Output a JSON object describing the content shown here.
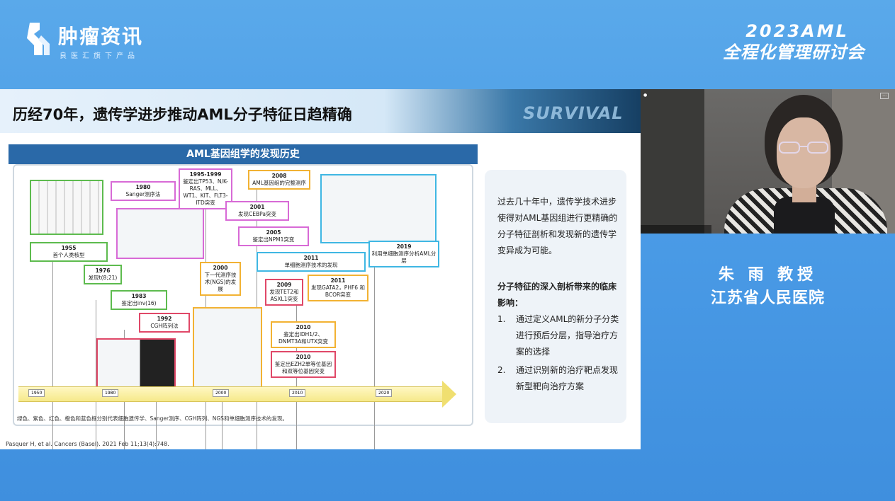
{
  "header": {
    "brand": "肿瘤资讯",
    "brand_sub": "良医汇旗下产品",
    "event_year": "2023AML",
    "event_name": "全程化管理研讨会"
  },
  "slide": {
    "title": "历经70年，遗传学进步推动AML分子特征日趋精确",
    "survival_mark": "SURVIVAL",
    "panel_title": "AML基因组学的发现历史",
    "milestones": [
      {
        "year": "1955",
        "text": "首个人类核型"
      },
      {
        "year": "1976",
        "text": "发现t(8;21)"
      },
      {
        "year": "1983",
        "text": "鉴定出inv(16)"
      },
      {
        "year": "1992",
        "text": "CGH阵列法"
      },
      {
        "year": "1980",
        "text": "Sanger测序法"
      },
      {
        "year": "1995-1999",
        "text": "鉴定出TP53、N/K-RAS、MLL、WT1、KIT、FLT3-ITD突变"
      },
      {
        "year": "2000",
        "text": "下一代测序技术(NGS)的发展"
      },
      {
        "year": "2008",
        "text": "AML基因组的完整测序"
      },
      {
        "year": "2001",
        "text": "发现CEBPa突变"
      },
      {
        "year": "2005",
        "text": "鉴定出NPM1突变"
      },
      {
        "year": "2011",
        "text": "单细胞测序技术的发现"
      },
      {
        "year": "2019",
        "text": "利用单细胞测序分析AML分层"
      },
      {
        "year": "2009",
        "text": "发现TET2和ASXL1突变"
      },
      {
        "year": "2011",
        "text": "发现GATA2，PHF6 和BCOR突变"
      },
      {
        "year": "2010",
        "text": "鉴定出IDH1/2、DNMT3A和UTX突变"
      },
      {
        "year": "2010",
        "text": "鉴定出EZH2单等位基因和双等位基因突变"
      }
    ],
    "ticks": [
      "1950",
      "1980",
      "2000",
      "2010",
      "2020"
    ],
    "caption": "绿色、紫色、红色、橙色和蓝色框分别代表细胞遗传学、Sanger测序、CGH阵列、NGS和单细胞测序技术的发现。",
    "citation": "Pasquer H, et al. Cancers (Basel). 2021 Feb 11;13(4):748.",
    "para1": "过去几十年中，遗传学技术进步使得对AML基因组进行更精确的分子特征剖析和发现新的遗传学变异成为可能。",
    "sub_heading": "分子特征的深入剖析带来的临床影响：",
    "list": [
      {
        "num": "1.",
        "text": "通过定义AML的新分子分类进行预后分层，指导治疗方案的选择"
      },
      {
        "num": "2.",
        "text": "通过识别新的治疗靶点发现新型靶向治疗方案"
      }
    ]
  },
  "speaker": {
    "name": "朱 雨 教授",
    "org": "江苏省人民医院"
  },
  "colors": {
    "background": "#4a9be6",
    "panel_title": "#2a69a8",
    "green": "#5dbb4e",
    "purple": "#d86ad6",
    "red": "#e04868",
    "orange": "#f2b233",
    "blue": "#3fb7e3"
  }
}
